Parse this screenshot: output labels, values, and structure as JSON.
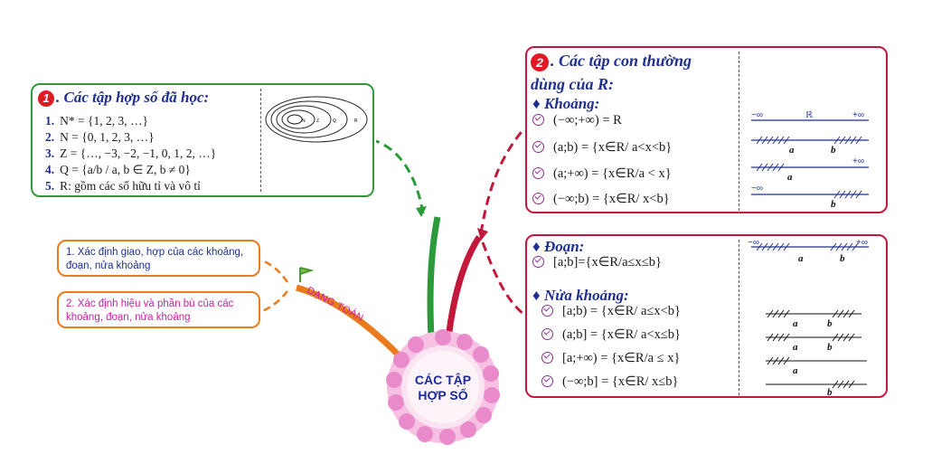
{
  "center": {
    "line1": "CÁC TẬP",
    "line2": "HỢP SỐ"
  },
  "branch_label": "DẠNG TOÁN",
  "tasks": [
    "1. Xác định giao, hợp của các khoảng, đoạn, nửa khoảng",
    "2. Xác định hiệu và phần bù của các khoảng, đoạn, nửa khoảng"
  ],
  "section1": {
    "badge": "1",
    "title": ". Các tập hợp số đã học:",
    "items": [
      {
        "n": "1.",
        "text": "N* = {1, 2, 3, …}"
      },
      {
        "n": "2.",
        "text": "N = {0, 1, 2, 3, …}"
      },
      {
        "n": "3.",
        "text": "Z = {…, −3, −2, −1, 0, 1, 2, …}"
      },
      {
        "n": "4.",
        "text": "Q = {a/b / a, b ∈ Z, b ≠ 0}"
      },
      {
        "n": "5.",
        "text": "R: gồm các số hữu tỉ và vô tỉ"
      }
    ],
    "venn_labels": [
      "N",
      "Z",
      "Q",
      "R"
    ]
  },
  "section2": {
    "badge": "2",
    "title_line1": ". Các tập con thường",
    "title_line2": "dùng của R:",
    "khoang_title": "Khoảng:",
    "khoang": [
      "(−∞;+∞) = R",
      "(a;b) = {x∈R/ a<x<b}",
      "(a;+∞) = {x∈R/a < x}",
      "(−∞;b) = {x∈R/ x<b}"
    ],
    "doan_title": "Đoạn:",
    "doan": [
      "[a;b]={x∈R/a≤x≤b}"
    ],
    "nua_title": "Nửa khoảng:",
    "nua": [
      "[a;b) = {x∈R/ a≤x<b}",
      "(a;b] = {x∈R/ a<x≤b}",
      "[a;+∞) = {x∈R/a ≤ x}",
      "(−∞;b] = {x∈R/ x≤b}"
    ],
    "axis": {
      "minus_inf": "−∞",
      "plus_inf": "+∞",
      "R": "ℝ",
      "a": "a",
      "b": "b"
    }
  },
  "colors": {
    "green": "#2e9a3e",
    "red": "#c2183c",
    "orange": "#ea7a1e",
    "navy": "#1f2f8f",
    "magenta": "#c81fa0"
  }
}
